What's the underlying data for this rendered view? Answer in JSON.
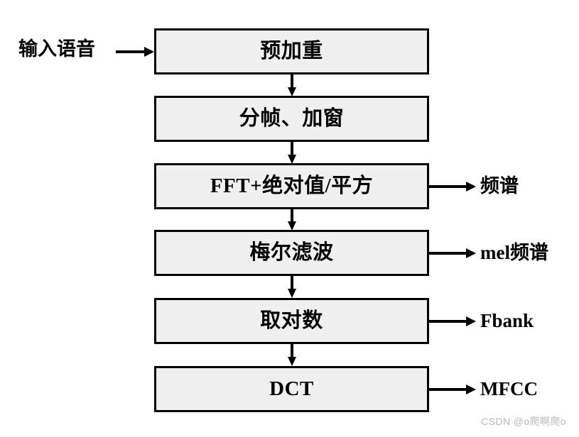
{
  "diagram": {
    "title": "MFCC feature extraction flowchart",
    "input": {
      "label": "输入语音",
      "arrow_icon": "arrow-right-icon"
    },
    "boxes": [
      {
        "label": "预加重"
      },
      {
        "label": "分帧、加窗"
      },
      {
        "label": "FFT+绝对值/平方"
      },
      {
        "label": "梅尔滤波"
      },
      {
        "label": "取对数"
      },
      {
        "label": "DCT"
      }
    ],
    "outputs": [
      {
        "label": "频谱",
        "from_box": 2
      },
      {
        "label": "mel频谱",
        "from_box": 3
      },
      {
        "label": "Fbank",
        "from_box": 4
      },
      {
        "label": "MFCC",
        "from_box": 5
      }
    ],
    "connector_icon": "arrow-down-icon",
    "output_arrow_icon": "arrow-right-icon",
    "colors": {
      "box_fill": "#f0f0f0",
      "box_border": "#000000",
      "text": "#000000",
      "background": "#ffffff",
      "watermark": "#b9b9b9"
    }
  },
  "watermark": {
    "text": "CSDN @o爬啊爬o"
  }
}
